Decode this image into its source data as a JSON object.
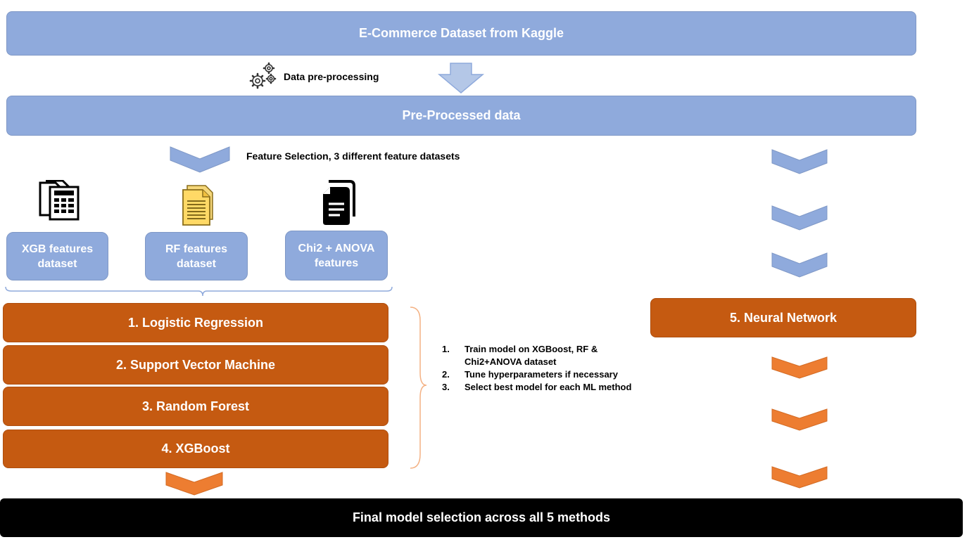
{
  "top_box": "E-Commerce Dataset from Kaggle",
  "preprocessing_label": "Data pre-processing",
  "preprocessed_box": "Pre-Processed data",
  "feature_selection_label": "Feature Selection, 3 different feature datasets",
  "datasets": [
    {
      "label": "XGB features dataset",
      "icon": "spreadsheet-icon"
    },
    {
      "label": "RF features dataset",
      "icon": "document-icon"
    },
    {
      "label": "Chi2 + ANOVA features",
      "icon": "file-icon"
    }
  ],
  "models": [
    "1. Logistic Regression",
    "2. Support Vector Machine",
    "3. Random Forest",
    "4. XGBoost"
  ],
  "neural_network": "5. Neural Network",
  "steps": [
    {
      "num": "1.",
      "text": "Train model on XGBoost, RF & Chi2+ANOVA dataset"
    },
    {
      "num": "2.",
      "text": "Tune hyperparameters if necessary"
    },
    {
      "num": "3.",
      "text": "Select best model for each ML method"
    }
  ],
  "final_box": "Final model selection across all 5 methods",
  "colors": {
    "blue": "#8faadc",
    "orange_box": "#c55a11",
    "orange_arrow": "#ed7d31",
    "black": "#000000"
  }
}
